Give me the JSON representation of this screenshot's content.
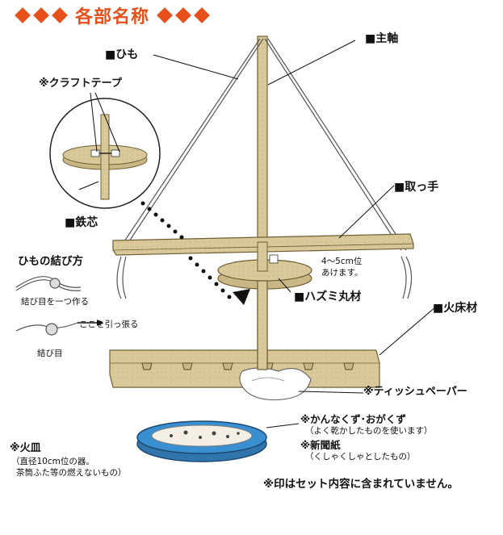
{
  "title": "各部名称",
  "labels": {
    "himo": "■ひも",
    "shujiku": "■主軸",
    "craft_tape": "※クラフトテープ",
    "tesshin": "■鉄芯",
    "totte": "■取っ手",
    "hazumi": "■ハズミ丸材",
    "hidokozai": "■火床材",
    "tissue": "※ティッシュペーパー",
    "kannakuzu": "※かんなくず･おがくず",
    "kannakuzu_sub": "（よく乾かしたものを使います）",
    "shinbun": "※新聞紙",
    "shinbun_sub": "（くしゃくしゃとしたもの）",
    "hizara": "※火皿",
    "hizara_sub1": "直径10cm位の器。",
    "hizara_sub2": "茶筒ふた等の燃えないもの",
    "hole_note1": "4～5cm位",
    "hole_note2": "あけます。"
  },
  "knot": {
    "title": "ひもの結び方",
    "step1": "結び目を一つ作る",
    "pull": "ここを引っ張る",
    "step2": "結び目"
  },
  "footnote": "※印はセット内容に含まれていません。",
  "colors": {
    "accent": "#e8501a",
    "wood": "#d9c99a",
    "wood_edge": "#8a7a4a",
    "dish": "#3a8fd0"
  }
}
